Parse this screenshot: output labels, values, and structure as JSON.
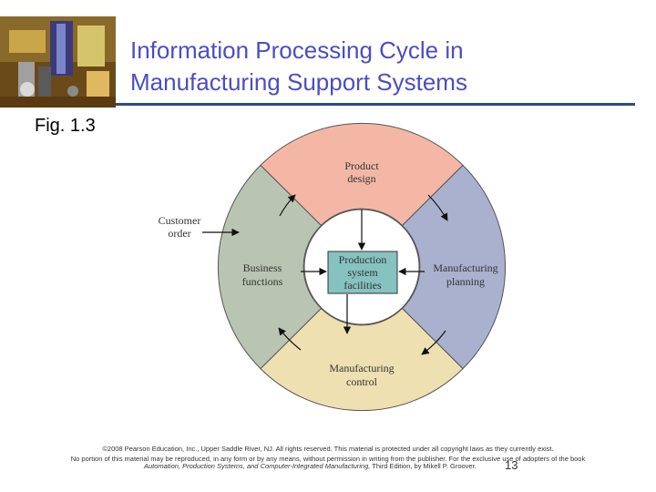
{
  "slide": {
    "title_line1": "Information Processing Cycle in",
    "title_line2": "Manufacturing Support Systems",
    "fig_label": "Fig. 1.3"
  },
  "diagram": {
    "top_segment": {
      "line1": "Product",
      "line2": "design"
    },
    "right_segment": {
      "line1": "Manufacturing",
      "line2": "planning"
    },
    "bottom_segment": {
      "line1": "Manufacturing",
      "line2": "control"
    },
    "left_segment": {
      "line1": "Business",
      "line2": "functions"
    },
    "center_box": {
      "line1": "Production",
      "line2": "system",
      "line3": "facilities"
    },
    "external_input": {
      "line1": "Customer",
      "line2": "order"
    },
    "colors": {
      "top": "#f4b7a6",
      "right": "#a9b1cf",
      "bottom": "#efe0b1",
      "left": "#b9c4b2",
      "center_box": "#86c2c0",
      "accent": "#2d4a8a",
      "title": "#4a4ec2"
    }
  },
  "footer": {
    "line1": "©2008 Pearson Education, Inc., Upper Saddle River, NJ. All rights reserved. This material is protected under all copyright laws as they currently exist.",
    "line2": "No portion of this material may be reproduced, in any form or by any means, without permission in writing from the publisher. For the exclusive use of adopters of the book",
    "book_title": "Automation, Production Systems, and Computer-Integrated Manufacturing,",
    "book_rest": " Third Edition, by Mikell P. Groover.",
    "page_number": "13"
  }
}
